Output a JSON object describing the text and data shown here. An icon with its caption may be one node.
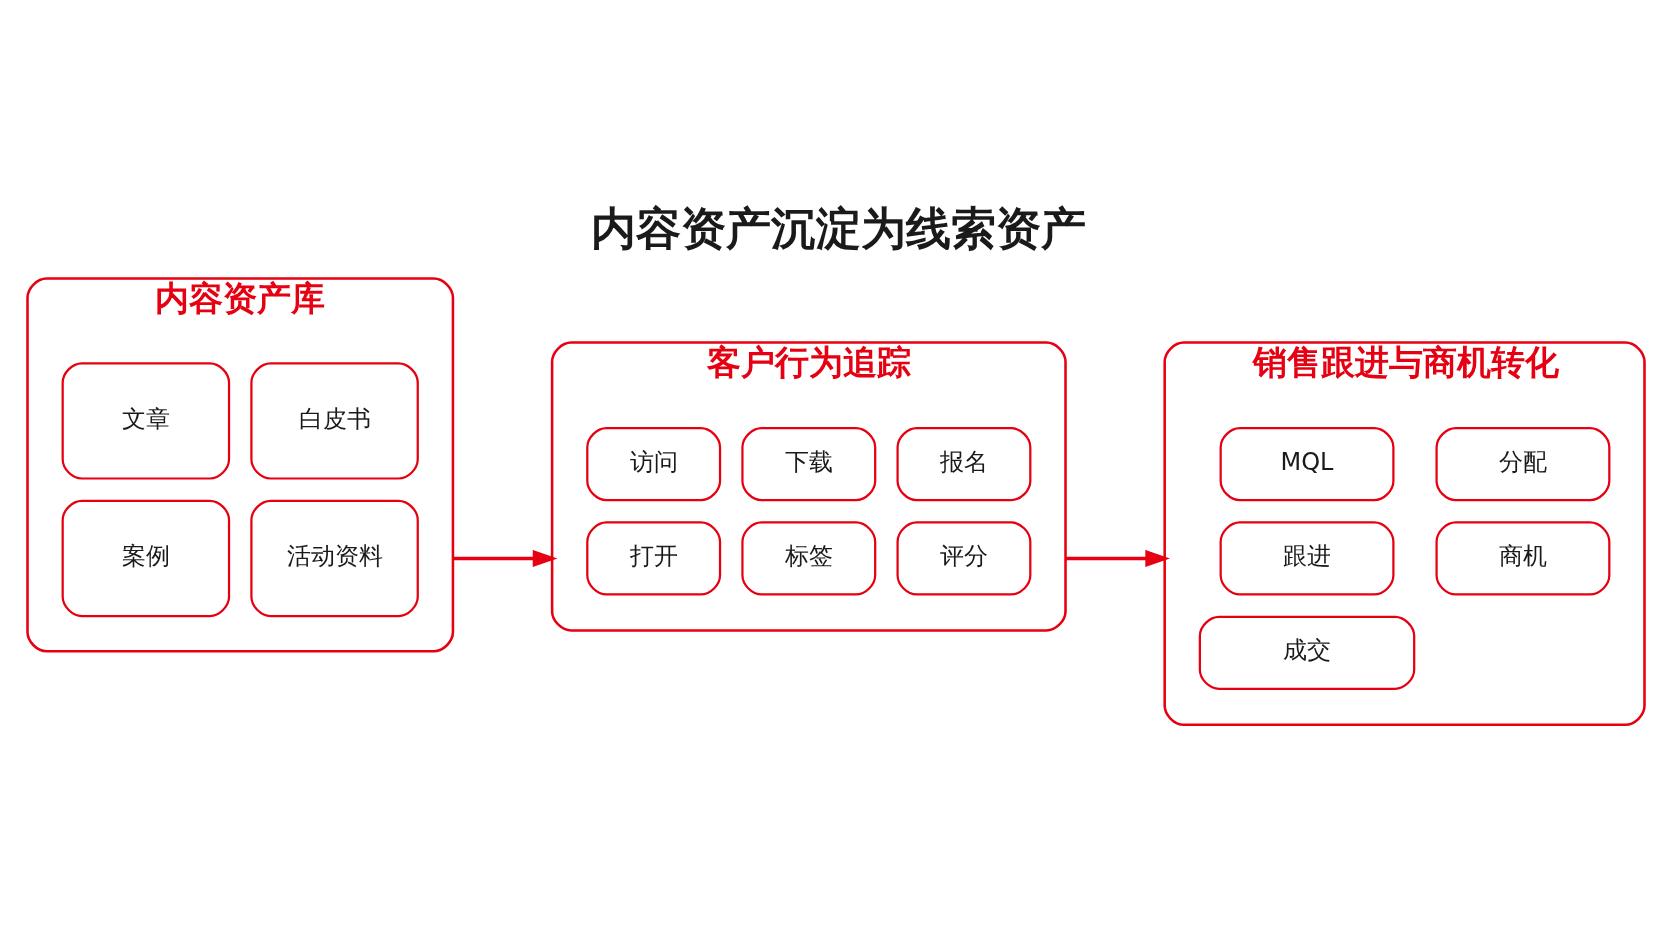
{
  "diagram": {
    "title": "内容资产沉淀为线索资产",
    "nodes": [
      {
        "text": [
          "内容资产库"
        ]
      },
      {
        "text": [
          "文章"
        ],
        "in": 0
      },
      {
        "text": [
          "白皮书"
        ],
        "in": 0
      },
      {
        "text": [
          "案例"
        ],
        "in": 0
      },
      {
        "text": [
          "活动资料"
        ],
        "in": 0
      },
      {
        "text": [
          "客户行为追踪"
        ]
      },
      {
        "text": [
          "访问"
        ],
        "in": 5
      },
      {
        "text": [
          "下载"
        ],
        "in": 5
      },
      {
        "text": [
          "报名"
        ],
        "in": 5
      },
      {
        "text": [
          "打开"
        ],
        "in": 5
      },
      {
        "text": [
          "标签"
        ],
        "in": 5
      },
      {
        "text": [
          "评分"
        ],
        "in": 5
      },
      {
        "text": [
          "销售跟进与商机转化"
        ]
      },
      {
        "text": [
          "MQL"
        ],
        "in": 12
      },
      {
        "text": [
          "分配"
        ],
        "in": 12
      },
      {
        "text": [
          "跟进"
        ],
        "in": 12
      },
      {
        "text": [
          "商机"
        ],
        "in": 12
      },
      {
        "text": [
          "成交"
        ],
        "in": 12
      }
    ],
    "edges": [
      {
        "from": 0,
        "to": 5,
        "arrow": "to"
      },
      {
        "from": 5,
        "to": 12,
        "arrow": "to"
      }
    ]
  }
}
